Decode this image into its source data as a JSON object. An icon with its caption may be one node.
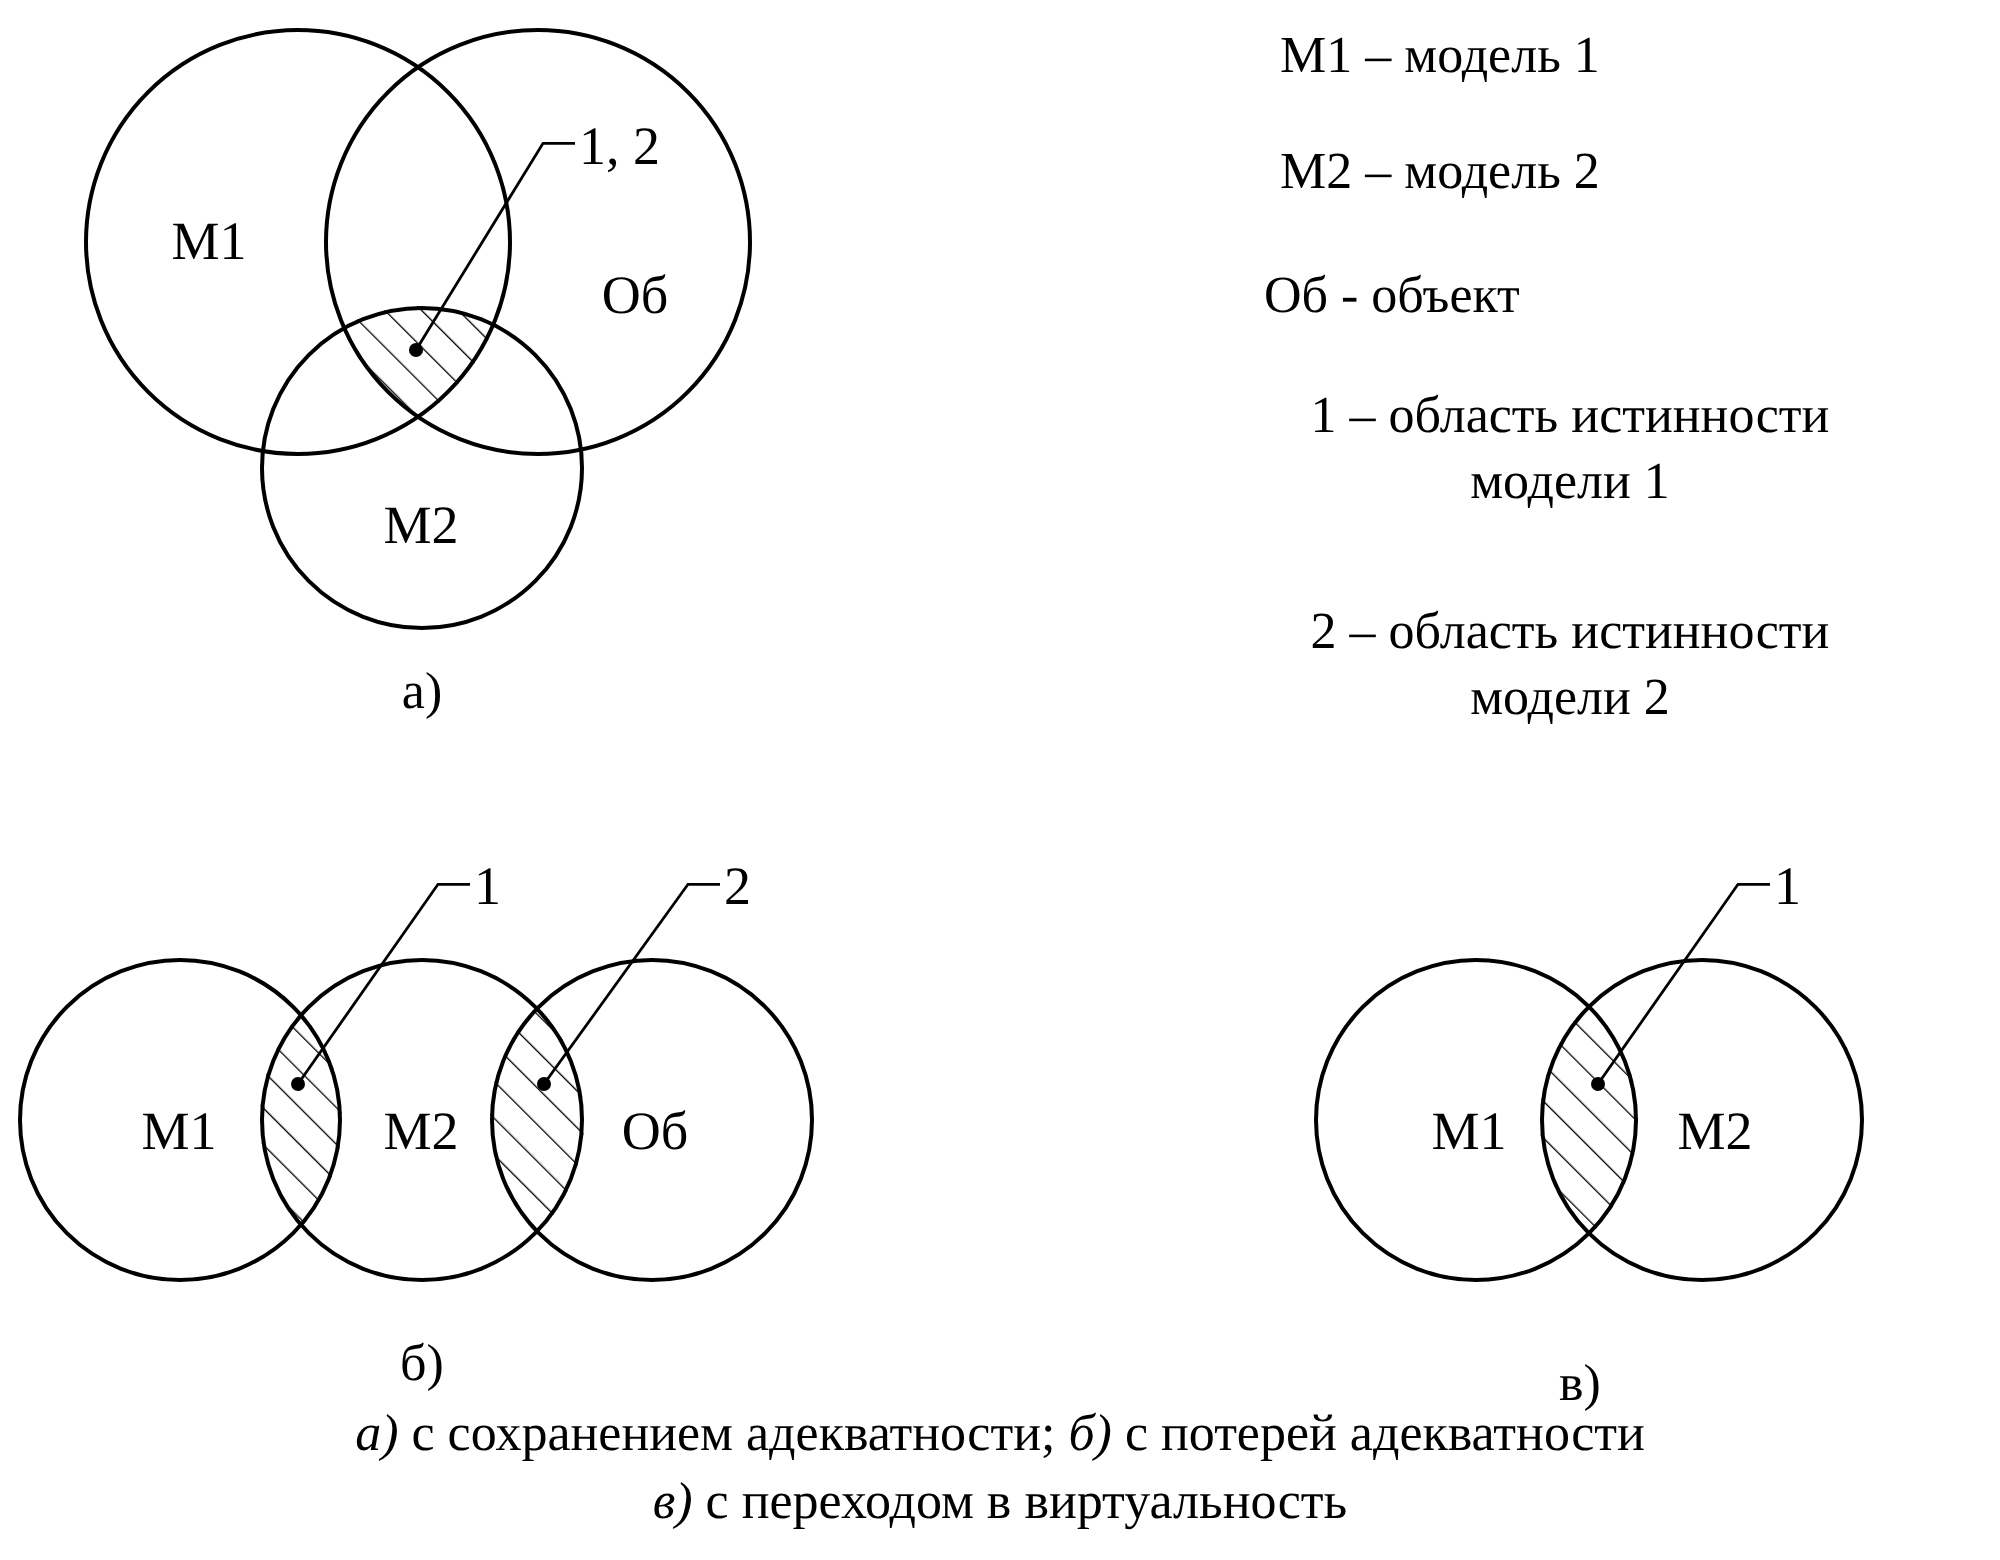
{
  "diagram": {
    "caption": "*а)* с сохранением адекватности; *б)* с потерей адекватности *в)* с переходом в виртуальность",
    "nodes": [
      {
        "text": [
          "М1"
        ]
      },
      {
        "text": [
          "Об"
        ]
      },
      {
        "text": [
          "М2"
        ]
      },
      {
        "text": [],
        "shape": "lens"
      },
      {
        "text": [
          "1, 2"
        ],
        "in": 1
      },
      {
        "text": [
          "М1"
        ]
      },
      {
        "text": [
          "М2"
        ]
      },
      {
        "text": [
          "Об"
        ]
      },
      {
        "text": [],
        "shape": "lens"
      },
      {
        "text": [],
        "shape": "lens"
      },
      {
        "text": [
          "1"
        ]
      },
      {
        "text": [
          "2"
        ]
      },
      {
        "text": [
          "М1"
        ]
      },
      {
        "text": [
          "М2"
        ]
      },
      {
        "text": [],
        "shape": "lens"
      },
      {
        "text": [
          "1"
        ]
      }
    ],
    "edges": [
      {
        "from": 4,
        "to": 3,
        "arrow": "other"
      },
      {
        "from": 10,
        "to": 8,
        "arrow": "other"
      },
      {
        "from": 11,
        "to": 9,
        "arrow": "other"
      },
      {
        "from": 15,
        "to": 14,
        "arrow": "other"
      }
    ],
    "labels": [
      "а)",
      "М1 – модель 1",
      "М2 – модель 2",
      "Об - объект",
      "1 – область истинности модели 1",
      "2 – область истинности модели 2",
      "б)",
      "в)"
    ]
  }
}
